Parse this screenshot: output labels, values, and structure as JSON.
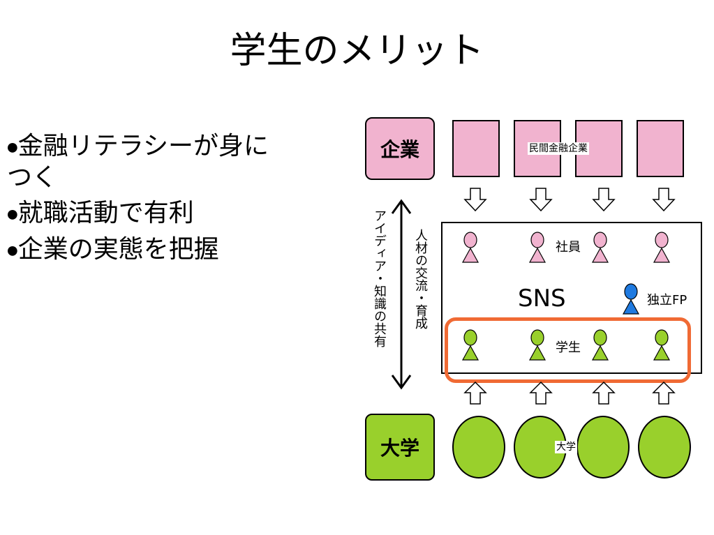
{
  "slide": {
    "title": "学生のメリット",
    "bullets": [
      "金融リテラシーが身に\nつく",
      "就職活動で有利",
      "企業の実態を把握"
    ]
  },
  "diagram": {
    "company_label": "企業",
    "private_finance_label": "民間金融企業",
    "university_label": "大学",
    "university_small_label": "大学",
    "sns_label": "SNS",
    "employee_label": "社員",
    "independent_fp_label": "独立FP",
    "student_label": "学生",
    "left_vertical_text": "アイディア・知識の共有",
    "right_vertical_text": "人材の交流・育成",
    "colors": {
      "pink": "#f1b3cf",
      "green": "#99d02c",
      "blue": "#1f7ae0",
      "orange": "#f06a34"
    }
  }
}
